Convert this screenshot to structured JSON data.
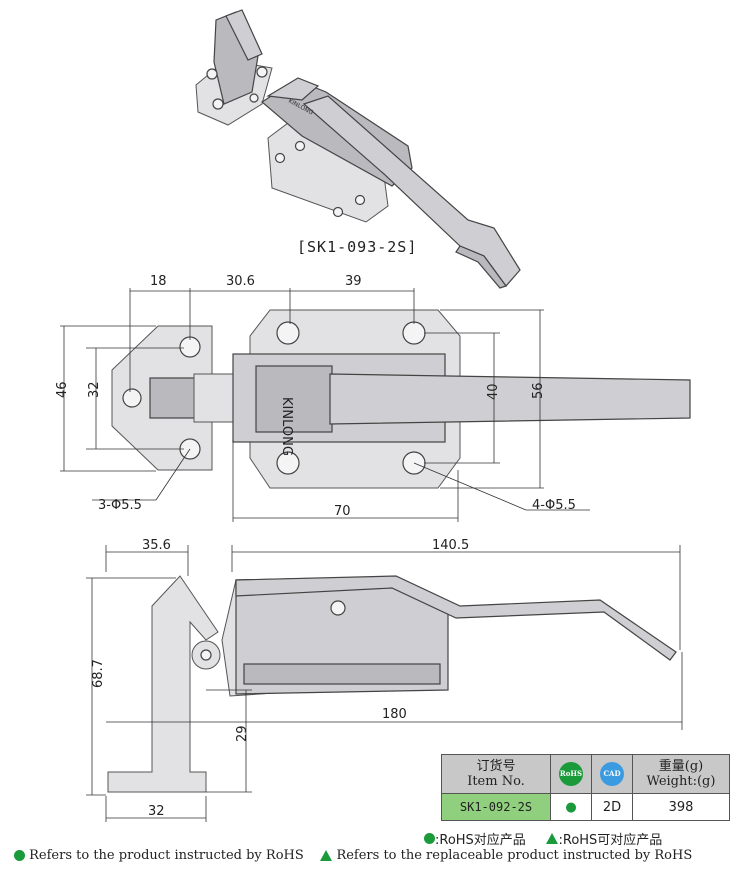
{
  "model_label": "[SK1-093-2S]",
  "top_view": {
    "dims": {
      "w18": "18",
      "w30_6": "30.6",
      "w39": "39",
      "h46": "46",
      "h32": "32",
      "h40": "40",
      "h56": "56",
      "w70": "70",
      "holes_left": "3-Φ5.5",
      "holes_right": "4-Φ5.5"
    },
    "brand_text": "KINLONG"
  },
  "side_view": {
    "dims": {
      "w35_6": "35.6",
      "w140_5": "140.5",
      "h68_7": "68.7",
      "w180": "180",
      "h29": "29",
      "w32": "32"
    }
  },
  "table": {
    "header": {
      "item_cn": "订货号",
      "item_en": "Item No.",
      "rohs_badge": "RoHS",
      "cad_badge": "CAD",
      "weight_cn": "重量(g)",
      "weight_en": "Weight:(g)"
    },
    "row": {
      "item_no": "SK1-092-2S",
      "rohs": "●",
      "cad": "2D",
      "weight": "398"
    }
  },
  "legend": {
    "cn_dot": ":RoHS对应产品",
    "cn_tri": ":RoHS可对应产品",
    "en_dot": "Refers to the product instructed by RoHS",
    "en_tri": "Refers to the replaceable product instructed by RoHS"
  },
  "colors": {
    "rohs_green": "#1a9a3a",
    "code_cell": "#8fcf7d",
    "cad_blue": "#3a9be0"
  }
}
